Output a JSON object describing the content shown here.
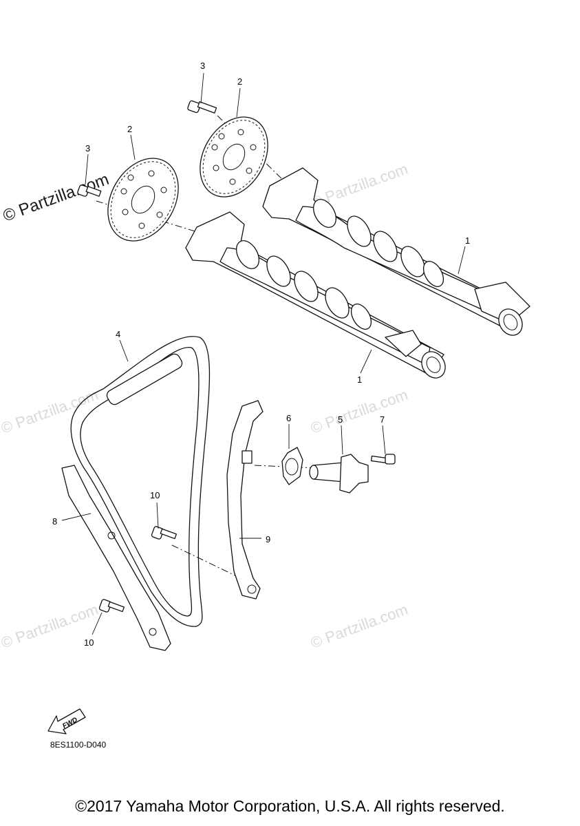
{
  "watermark": {
    "text": "© Partzilla.com"
  },
  "callouts": {
    "c1a": "1",
    "c1b": "1",
    "c2a": "2",
    "c2b": "2",
    "c3a": "3",
    "c3b": "3",
    "c4": "4",
    "c5": "5",
    "c6": "6",
    "c7": "7",
    "c8": "8",
    "c9": "9",
    "c10a": "10",
    "c10b": "10"
  },
  "fwd_label": "FWD",
  "diagram_code": "8ES1100-D040",
  "copyright": "©2017 Yamaha Motor Corporation, U.S.A. All rights reserved."
}
